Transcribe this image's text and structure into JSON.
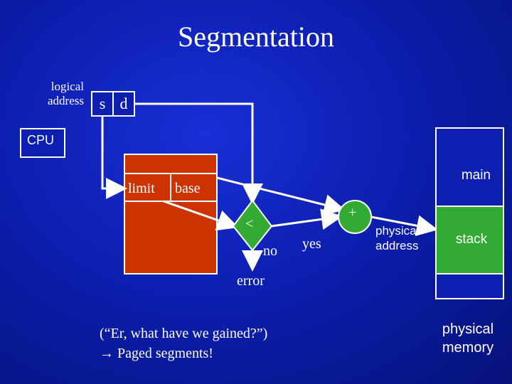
{
  "title": "Segmentation",
  "logical_address": {
    "label": "logical address",
    "s": "s",
    "d": "d"
  },
  "cpu": "CPU",
  "segment_table": {
    "limit": "limit",
    "base": "base"
  },
  "compare": {
    "symbol": "<",
    "no": "no",
    "yes": "yes"
  },
  "adder": "+",
  "error": "error",
  "physical_address": "physical address",
  "memory": {
    "main": "main",
    "stack": "stack",
    "caption": "physical memory"
  },
  "note": {
    "line1": "(“Er, what have we gained?”)",
    "line2": "Paged segments!"
  },
  "colors": {
    "background": "#0c1fb0",
    "table": "#cc3300",
    "compare": "#33aa33",
    "lines": "#ffffff"
  }
}
